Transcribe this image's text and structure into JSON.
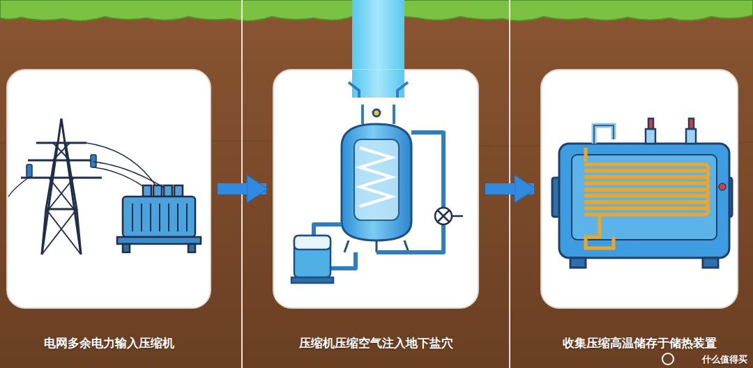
{
  "diagram": {
    "nodes": [
      {
        "text": [
          "电网多余电力输入压缩机"
        ]
      },
      {
        "text": [
          "压缩机压缩空气注入地下盐穴"
        ]
      },
      {
        "text": [
          "收集压缩高温储存于储热装置"
        ]
      }
    ],
    "edges": [
      {
        "from": 0,
        "to": 1,
        "arrow": "to"
      },
      {
        "from": 1,
        "to": 2,
        "arrow": "to"
      }
    ],
    "labels": [
      "什么值得买"
    ]
  }
}
